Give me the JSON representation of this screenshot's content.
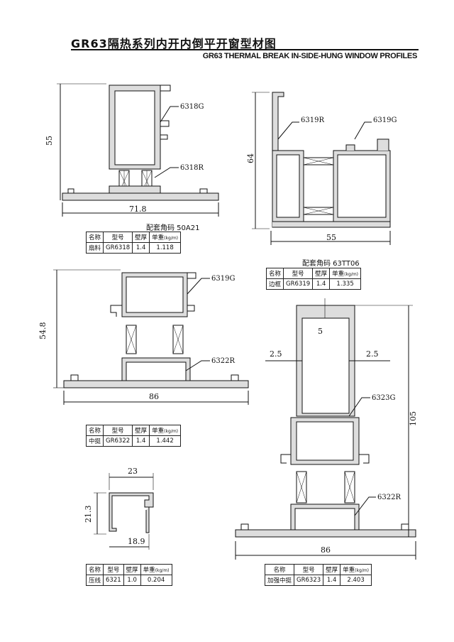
{
  "header": {
    "title_cn": "GR63隔热系列内开内倒平开窗型材图",
    "title_en": "GR63 THERMAL BREAK IN-SIDE-HUNG WINDOW PROFILES"
  },
  "table_headers": {
    "name": "名称",
    "model": "型号",
    "wall": "壁厚",
    "weight": "单重",
    "unit": "(kg/m)"
  },
  "fig1": {
    "labels": {
      "a": "6318G",
      "b": "6318R"
    },
    "dims": {
      "height": "55",
      "width": "71.8"
    },
    "kit": "配套角码 50A21",
    "spec": {
      "name": "扇料",
      "model": "GR6318",
      "wall": "1.4",
      "weight": "1.118"
    }
  },
  "fig2": {
    "labels": {
      "a": "6319R",
      "b": "6319G"
    },
    "dims": {
      "height": "64",
      "width": "55"
    },
    "kit": "配套角码 63TT06",
    "spec": {
      "name": "边框",
      "model": "GR6319",
      "wall": "1.4",
      "weight": "1.335"
    }
  },
  "fig3": {
    "labels": {
      "a": "6319G",
      "b": "6322R"
    },
    "dims": {
      "height": "54.8",
      "width": "86"
    },
    "spec": {
      "name": "中挺",
      "model": "GR6322",
      "wall": "1.4",
      "weight": "1.442"
    }
  },
  "fig4": {
    "labels": {
      "a": "6323G",
      "b": "6322R"
    },
    "dims": {
      "top": "5",
      "left": "2.5",
      "right": "2.5",
      "height": "105",
      "width": "86"
    },
    "spec": {
      "name": "加强中挺",
      "model": "GR6323",
      "wall": "1.4",
      "weight": "2.403"
    }
  },
  "fig5": {
    "dims": {
      "width": "23",
      "height": "21.3",
      "bottom": "18.9"
    },
    "spec": {
      "name": "压线",
      "model": "6321",
      "wall": "1.0",
      "weight": "0.204"
    }
  }
}
